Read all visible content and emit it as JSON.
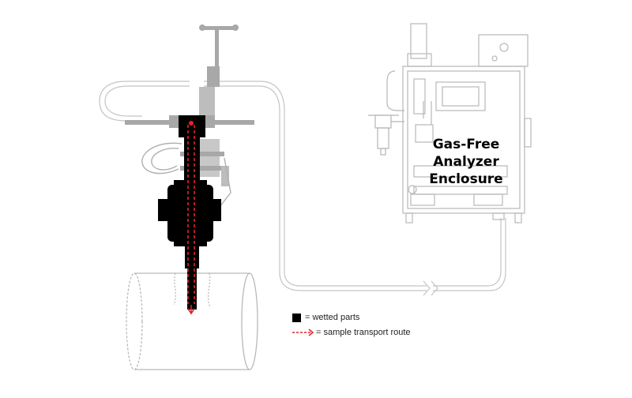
{
  "diagram": {
    "enclosure_title_lines": [
      "Gas-Free",
      "Analyzer",
      "Enclosure"
    ],
    "legend": [
      {
        "label": "= wetted parts",
        "color": "#000000"
      },
      {
        "label": "= sample transport route",
        "color": "#e0242a"
      }
    ],
    "colors": {
      "outline": "#b9b9b9",
      "equipment_gray": "#a8a8a8",
      "wetted": "#000000",
      "sample_route": "#e0242a"
    }
  }
}
